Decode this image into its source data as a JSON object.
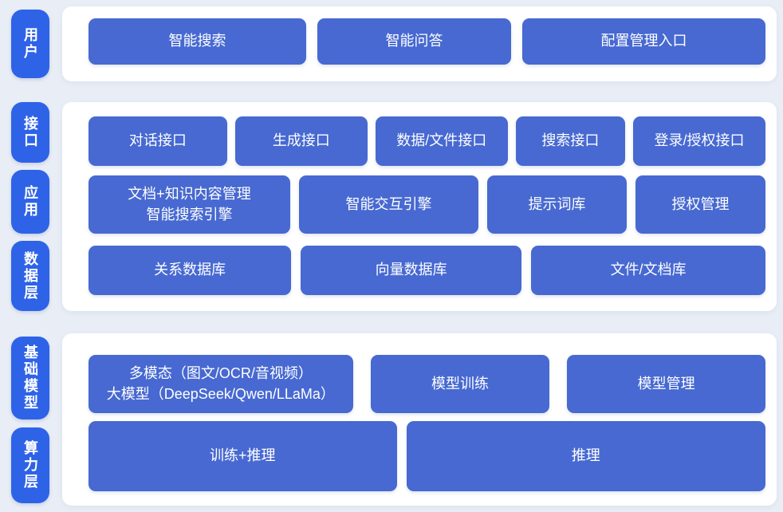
{
  "palette": {
    "background": "#e9eef6",
    "panel": "#ffffff",
    "layer_pill_blue": "#2e63e8",
    "box_blue": "#4769d1",
    "text": "#ffffff"
  },
  "diagram": {
    "sections": [
      {
        "layers": [
          "用户"
        ],
        "rows": [
          [
            {
              "label": "智能搜索"
            },
            {
              "label": "智能问答"
            },
            {
              "label": "配置管理入口"
            }
          ]
        ]
      },
      {
        "layers": [
          "接口",
          "应用",
          "数据层"
        ],
        "rows": [
          [
            {
              "label": "对话接口"
            },
            {
              "label": "生成接口"
            },
            {
              "label": "数据/文件接口"
            },
            {
              "label": "搜索接口"
            },
            {
              "label": "登录/授权接口"
            }
          ],
          [
            {
              "line1": "文档+知识内容管理",
              "line2": "智能搜索引擎"
            },
            {
              "label": "智能交互引擎"
            },
            {
              "label": "提示词库"
            },
            {
              "label": "授权管理"
            }
          ],
          [
            {
              "label": "关系数据库"
            },
            {
              "label": "向量数据库"
            },
            {
              "label": "文件/文档库"
            }
          ]
        ]
      },
      {
        "layers": [
          "基础模型",
          "算力层"
        ],
        "rows": [
          [
            {
              "line1": "多模态（图文/OCR/音视频）",
              "line2": "大模型（DeepSeek/Qwen/LLaMa）"
            },
            {
              "label": "模型训练"
            },
            {
              "label": "模型管理"
            }
          ],
          [
            {
              "label": "训练+推理"
            },
            {
              "label": "推理"
            }
          ]
        ]
      }
    ]
  }
}
